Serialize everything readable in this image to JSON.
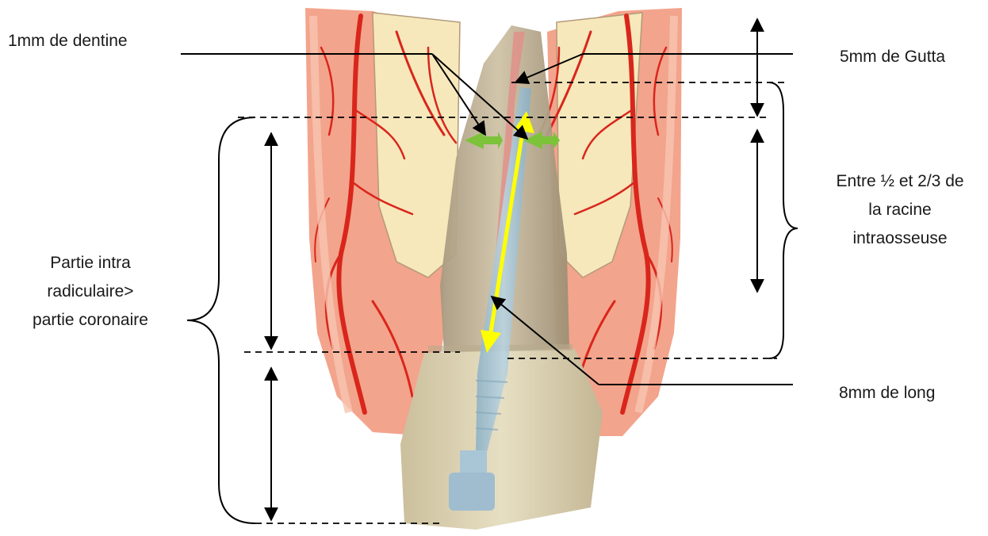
{
  "labels": {
    "dentine": "1mm de dentine",
    "gutta": "5mm de Gutta",
    "racine": [
      "Entre ½ et 2/3 de",
      "la racine",
      "intraosseuse"
    ],
    "partie": [
      "Partie intra",
      "radiculaire>",
      "partie coronaire"
    ],
    "long": "8mm de long"
  },
  "colors": {
    "gum": "#f3a48c",
    "gum_light": "#f8c4b0",
    "vessel": "#d9261c",
    "bone": "#f6e8bb",
    "root": "#c8b79a",
    "crown": "#ddd3b3",
    "canal": "#e0908a",
    "post": "#9fc0d2",
    "measure_arrow": "#ffff00",
    "dentine_arrow": "#7cc33a",
    "line": "#000000"
  },
  "icons": [
    "tooth-illustration",
    "fiber-post-icon"
  ]
}
